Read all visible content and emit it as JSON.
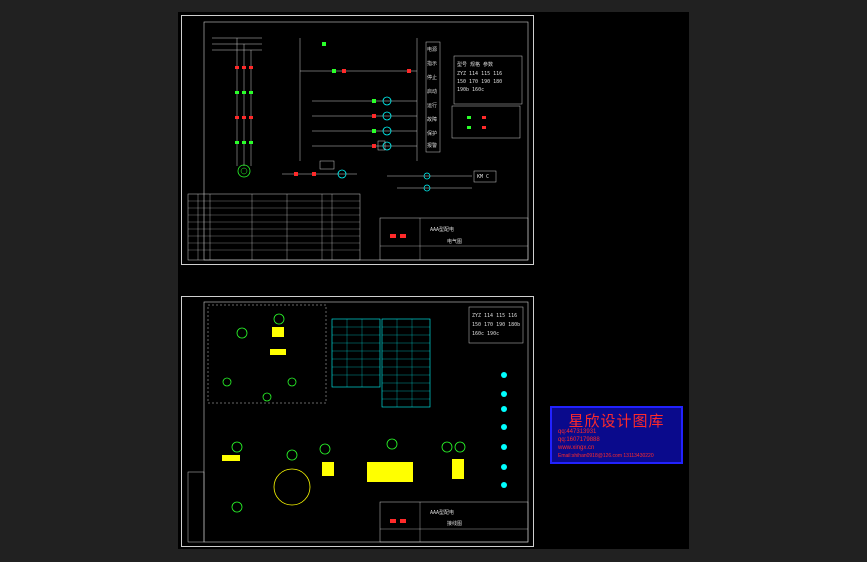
{
  "window": {
    "background": "#212121",
    "canvas_background": "#000000"
  },
  "sheet_top": {
    "title_block_label": "AAA型配电",
    "title_block_sub": "电气图",
    "spec_box_line1": "型号  规格  参数",
    "spec_box_line2": "ZYZ 114  115  116",
    "spec_box_line3": "150  170  190  180",
    "spec_box_line4": "190b 160c",
    "relay_label": "KM C",
    "side_labels": [
      "电源",
      "指示",
      "停止",
      "启动",
      "运行",
      "故障",
      "保护",
      "报警"
    ]
  },
  "sheet_bot": {
    "title_block_label": "AAA型配电",
    "title_block_sub": "接线图",
    "spec_box_line1": "ZYZ 114  115  116",
    "spec_box_line2": "150  170  190  180b",
    "spec_box_line3": "160c  190c"
  },
  "watermark": {
    "title": "星欣设计图库",
    "line1": "qq:447313931",
    "line2": "qq:1607179888",
    "line3": "www.xingx.cn",
    "line4": "Email:shihan0918@126.com 13113430220"
  },
  "colors": {
    "accent_cyan": "#00ffff",
    "accent_red": "#ff2a2a",
    "accent_green": "#2aff2a",
    "accent_yellow": "#ffff00"
  }
}
